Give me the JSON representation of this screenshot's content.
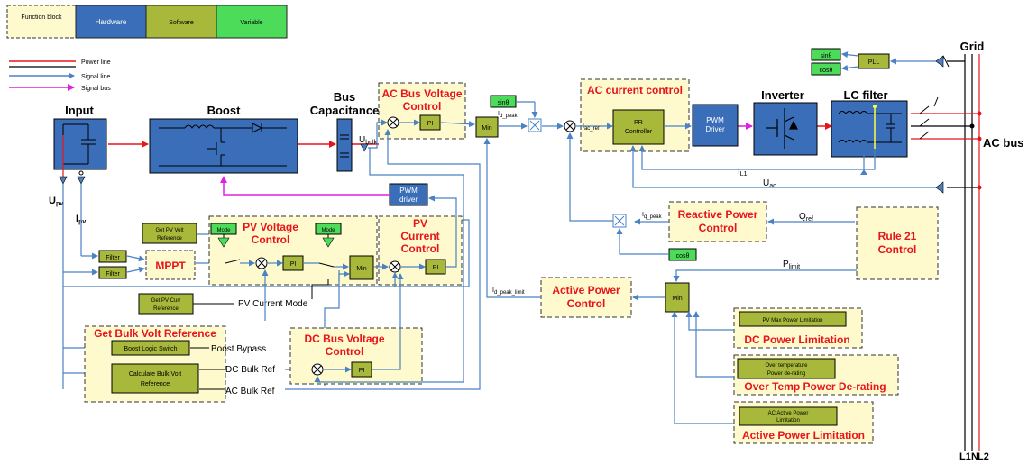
{
  "legend": {
    "function_block": "Function block",
    "hardware": "Hardware",
    "software": "Software",
    "variable": "Variable",
    "power_line": "Power line",
    "signal_line": "Signal line",
    "signal_bus": "Signal bus"
  },
  "hardware": {
    "input": "Input",
    "boost": "Boost",
    "bus_cap_1": "Bus",
    "bus_cap_2": "Capacitance",
    "inverter": "Inverter",
    "lc_filter": "LC filter",
    "pwm_driver_1": "PWM",
    "pwm_driver_2": "driver",
    "pwm_driver_top_1": "PWM",
    "pwm_driver_top_2": "Driver"
  },
  "grid": {
    "title": "Grid",
    "ac_bus": "AC bus",
    "l1": "L1",
    "n": "N",
    "l2": "L2"
  },
  "blocks": {
    "ac_bus_voltage_1": "AC Bus Voltage",
    "ac_bus_voltage_2": "Control",
    "ac_current_control": "AC current control",
    "pv_voltage_1": "PV Voltage",
    "pv_voltage_2": "Control",
    "pv_current_1": "PV",
    "pv_current_2": "Current",
    "pv_current_3": "Control",
    "reactive_1": "Reactive Power",
    "reactive_2": "Control",
    "rule21_1": "Rule 21",
    "rule21_2": "Control",
    "active_power_1": "Active Power",
    "active_power_2": "Control",
    "bulk_ref": "Get Bulk Volt Reference",
    "dc_bus_voltage_1": "DC Bus Voltage",
    "dc_bus_voltage_2": "Control",
    "mppt": "MPPT",
    "dc_power_limit": "DC Power Limitation",
    "over_temp_limit": "Over Temp Power De-rating",
    "active_power_limit": "Active Power Limitation"
  },
  "software": {
    "pi": "PI",
    "min": "Min",
    "pr_1": "PR",
    "pr_2": "Controller",
    "pll": "PLL",
    "filter": "Filter",
    "get_pv_volt_1": "Get PV Volt",
    "get_pv_volt_2": "Reference",
    "get_pv_curr_1": "Get PV Curr",
    "get_pv_curr_2": "Reference",
    "boost_logic": "Boost Logic Switch",
    "calc_bulk_1": "Calculate Bulk Volt",
    "calc_bulk_2": "Reference",
    "pv_max_power": "PV Max Power Limitation",
    "over_temp_1": "Over temperature",
    "over_temp_2": "Power de-rating",
    "ac_active_1": "AC Active Power",
    "ac_active_2": "Limitation"
  },
  "variables": {
    "sin": "sinθ",
    "cos": "cosθ",
    "mode": "Mode"
  },
  "signals": {
    "u_bulk": "U",
    "u_bulk_sub": "bulk",
    "u_pv": "U",
    "u_pv_sub": "pv",
    "i_pv": "I",
    "i_pv_sub": "pv",
    "id_peak": "I",
    "id_peak_sub": "d_peak",
    "iac_ref": "I",
    "iac_ref_sub": "ac_ref",
    "il1": "I",
    "il1_sub": "L1",
    "uac": "U",
    "uac_sub": "ac",
    "iq_peak": "I",
    "iq_peak_sub": "q_peak",
    "qref": "Q",
    "qref_sub": "ref",
    "plimit": "P",
    "plimit_sub": "limit",
    "id_peak_limit": "I",
    "id_peak_limit_sub": "d_peak_limit",
    "pv_current_mode": "PV Current Mode",
    "boost_bypass": "Boost Bypass",
    "dc_bulk_ref": "DC Bulk Ref",
    "ac_bulk_ref": "AC Bulk Ref"
  },
  "colors": {
    "function_block": "#fffacd",
    "hardware": "#3a6eb8",
    "software": "#a8b83a",
    "variable": "#4ddc5a",
    "power_line": "#e8141b",
    "signal_line": "#4a82c4",
    "signal_bus": "#e020e0",
    "title_red": "#e8141b"
  }
}
